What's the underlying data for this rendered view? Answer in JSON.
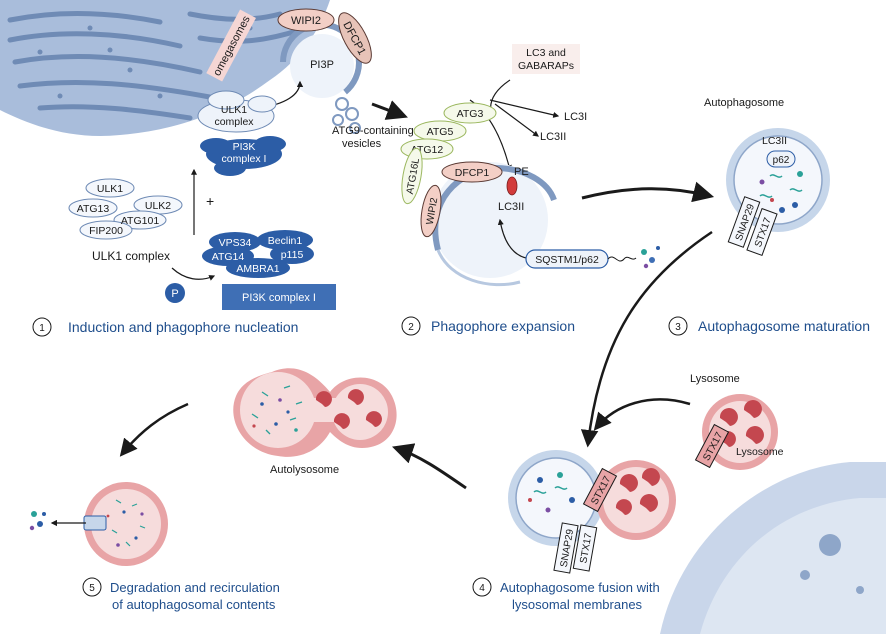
{
  "colors": {
    "er": "#8ea6c9",
    "er_dark": "#6f8bb5",
    "membrane_blue": "#c6d6ea",
    "membrane_edge": "#7f99c0",
    "complex_blue": "#2c5da6",
    "complex_light": "#f4f7fc",
    "lysosome_red": "#e8a4a6",
    "lysosome_dark": "#c4474f",
    "pink_label": "#f5d6d4",
    "step_text": "#1f4e8c",
    "cytoplasm": "#e8edf6"
  },
  "labels": {
    "omegasomes": "omegasomes",
    "wipi2_top": "WIPI2",
    "dfcp1_top": "DFCP1",
    "pi3p": "PI3P",
    "ulk1_complex_top_1": "ULK1",
    "ulk1_complex_top_2": "complex",
    "pi3k_complex_top_1": "PI3K",
    "pi3k_complex_top_2": "complex I",
    "atg9_1": "ATG9-containing",
    "atg9_2": "vesicles",
    "ulk1": "ULK1",
    "atg13": "ATG13",
    "ulk2": "ULK2",
    "atg101": "ATG101",
    "fip200": "FIP200",
    "ulk1_complex": "ULK1 complex",
    "plus": "+",
    "vps34": "VPS34",
    "beclin1": "Beclin1",
    "atg14": "ATG14",
    "p115": "p115",
    "ambra1": "AMBRA1",
    "p": "P",
    "pi3k_complex_box": "PI3K complex I",
    "lc3_gabaraps_1": "LC3 and",
    "lc3_gabaraps_2": "GABARAPs",
    "lc3i": "LC3I",
    "lc3ii_arrow": "LC3II",
    "atg3": "ATG3",
    "atg5": "ATG5",
    "atg12": "ATG12",
    "atg16l": "ATG16L",
    "dfcp1_mid": "DFCP1",
    "wipi2_mid": "WIPI2",
    "pe": "PE",
    "lc3ii_mid": "LC3II",
    "sqstm1": "SQSTM1/p62",
    "autophagosome": "Autophagosome",
    "lc3ii_auto": "LC3II",
    "p62": "p62",
    "snap29_auto": "SNAP29",
    "stx17_auto": "STX17",
    "lysosome_title": "Lysosome",
    "stx17_lyso": "STX17",
    "lysosome_inner": "Lysosome",
    "autolysosome": "Autolysosome",
    "snap29_fuse": "SNAP29",
    "stx17_fuse_a": "STX17",
    "stx17_fuse_b": "STX17"
  },
  "steps": [
    {
      "num": "1",
      "text": "Induction and phagophore nucleation"
    },
    {
      "num": "2",
      "text": "Phagophore expansion"
    },
    {
      "num": "3",
      "text": "Autophagosome maturation"
    },
    {
      "num": "4",
      "text_1": "Autophagosome fusion with",
      "text_2": "lysosomal membranes"
    },
    {
      "num": "5",
      "text_1": "Degradation and recirculation",
      "text_2": "of autophagosomal contents"
    }
  ]
}
